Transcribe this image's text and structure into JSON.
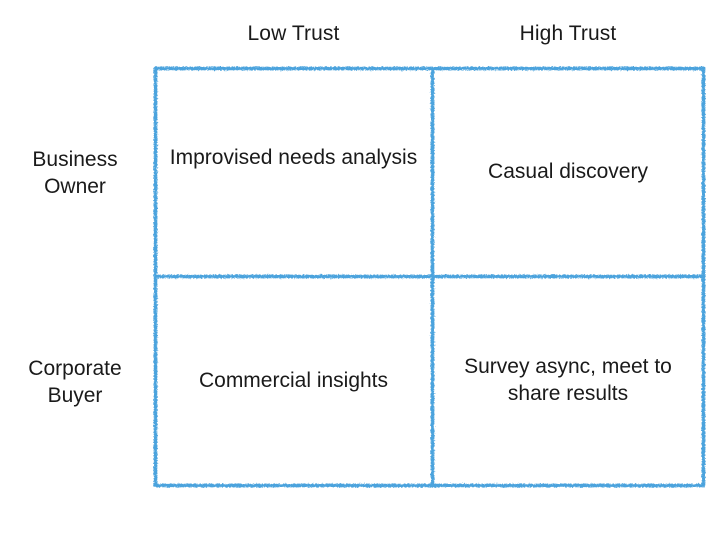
{
  "diagram": {
    "type": "2x2-matrix",
    "title": "",
    "border_color": "#4ba3dd",
    "text_color": "#1a1a1a",
    "background_color": "#ffffff",
    "border_style": "hand-drawn-sketch",
    "column_headers": [
      {
        "label": "Low Trust"
      },
      {
        "label": "High Trust"
      }
    ],
    "row_headers": [
      {
        "line1": "Business",
        "line2": "Owner"
      },
      {
        "line1": "Corporate",
        "line2": "Buyer"
      }
    ],
    "cells": [
      [
        {
          "text": "Improvised needs analysis"
        },
        {
          "text": "Casual discovery"
        }
      ],
      [
        {
          "text": "Commercial insights"
        },
        {
          "text": "Survey async, meet to share results"
        }
      ]
    ]
  }
}
